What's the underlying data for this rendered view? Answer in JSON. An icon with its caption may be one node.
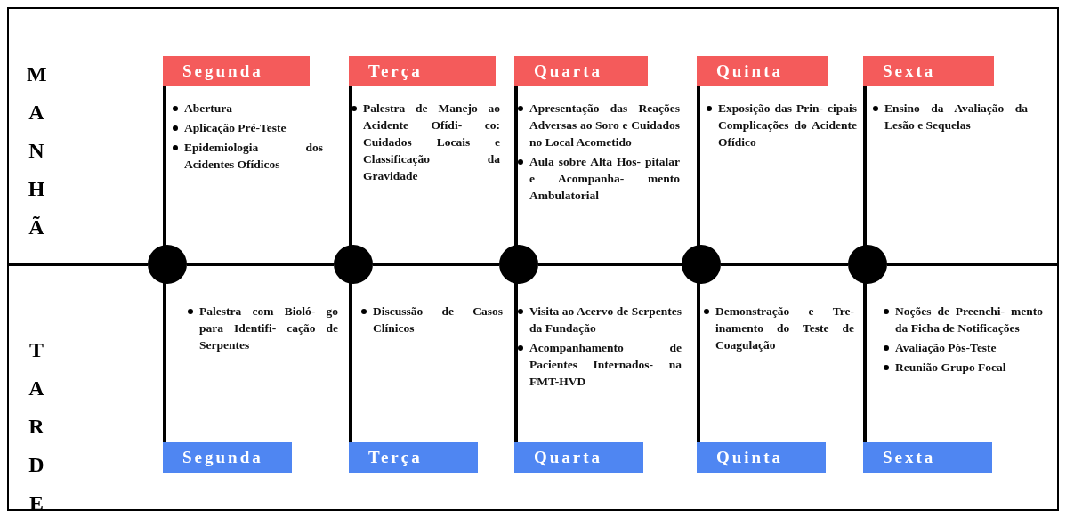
{
  "diagram": {
    "nodes": [
      {
        "text": [
          "Segunda"
        ],
        "beside": [
          "Abertura",
          "Aplicação Pré-Teste",
          "Epidemiologia dos Acidentes Ofídicos"
        ]
      },
      {
        "text": [
          "Terça"
        ],
        "beside": [
          "Palestra de Manejo ao Acidente Ofídi- co: Cuidados Locais e Classificação da Gravidade"
        ]
      },
      {
        "text": [
          "Quarta"
        ],
        "beside": [
          "Apresentação das Reações Adversas ao Soro e Cuidados no Local Acometido",
          "Aula sobre Alta Hos- pitalar e Acompanha- mento Ambulatorial"
        ]
      },
      {
        "text": [
          "Quinta"
        ],
        "beside": [
          "Exposição das Prin- cipais Complicações do Acidente Ofídico"
        ]
      },
      {
        "text": [
          "Sexta"
        ],
        "beside": [
          "Ensino da Avaliação da Lesão e Sequelas"
        ]
      },
      {
        "text": [],
        "shape": "circle",
        "beside": [
          "Palestra com Bioló- go para Identifi- cação de Serpentes"
        ]
      },
      {
        "text": [],
        "shape": "circle",
        "beside": [
          "Discussão de Casos Clínicos"
        ]
      },
      {
        "text": [],
        "shape": "circle",
        "beside": [
          "Visita ao Acervo de Serpentes da Fundação",
          "Acompanhamento de Pacientes Internados- na FMT-HVD"
        ]
      },
      {
        "text": [],
        "shape": "circle",
        "beside": [
          "Demonstração e Tre- inamento do Teste de Coagulação"
        ]
      },
      {
        "text": [],
        "shape": "circle",
        "beside": [
          "Noções de Preenchi- mento da Ficha de Notificações",
          "Avaliação Pós-Teste",
          "Reunião Grupo Focal"
        ]
      },
      {
        "text": [
          "Segunda"
        ]
      },
      {
        "text": [
          "Terça"
        ]
      },
      {
        "text": [
          "Quarta"
        ]
      },
      {
        "text": [
          "Quinta"
        ]
      },
      {
        "text": [
          "Sexta"
        ]
      }
    ],
    "edges": [
      {
        "from": 5,
        "to": 6,
        "arrow": "none"
      },
      {
        "from": 6,
        "to": 7,
        "arrow": "none"
      },
      {
        "from": 7,
        "to": 8,
        "arrow": "none"
      },
      {
        "from": 8,
        "to": 9,
        "arrow": "none"
      },
      {
        "from": 5,
        "to": 0,
        "arrow": "none"
      },
      {
        "from": 6,
        "to": 1,
        "arrow": "none"
      },
      {
        "from": 7,
        "to": 2,
        "arrow": "none"
      },
      {
        "from": 8,
        "to": 3,
        "arrow": "none"
      },
      {
        "from": 9,
        "to": 4,
        "arrow": "none"
      },
      {
        "from": 5,
        "to": 10,
        "arrow": "none"
      },
      {
        "from": 6,
        "to": 11,
        "arrow": "none"
      },
      {
        "from": 7,
        "to": 12,
        "arrow": "none"
      },
      {
        "from": 8,
        "to": 13,
        "arrow": "none"
      },
      {
        "from": 9,
        "to": 14,
        "arrow": "none"
      }
    ],
    "labels": [
      "MANHÃ",
      "TARDE"
    ]
  }
}
